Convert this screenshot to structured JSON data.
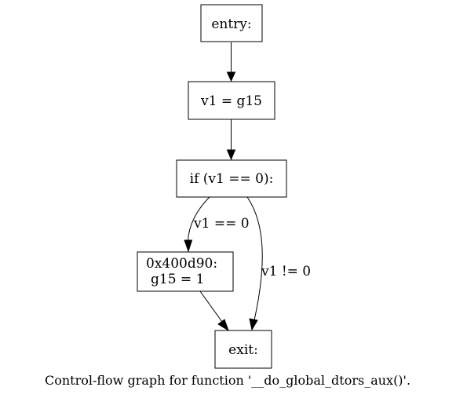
{
  "nodes": {
    "entry": {
      "lines": [
        "entry:"
      ]
    },
    "assign": {
      "lines": [
        "v1 = g15"
      ]
    },
    "cond": {
      "lines": [
        "if (v1 == 0):"
      ]
    },
    "block": {
      "lines": [
        "0x400d90:",
        "g15 = 1"
      ]
    },
    "exit": {
      "lines": [
        "exit:"
      ]
    }
  },
  "edges": {
    "cond_true": {
      "label": "v1 == 0"
    },
    "cond_false": {
      "label": "v1 != 0"
    }
  },
  "caption": "Control-flow graph for function '__do_global_dtors_aux()'."
}
